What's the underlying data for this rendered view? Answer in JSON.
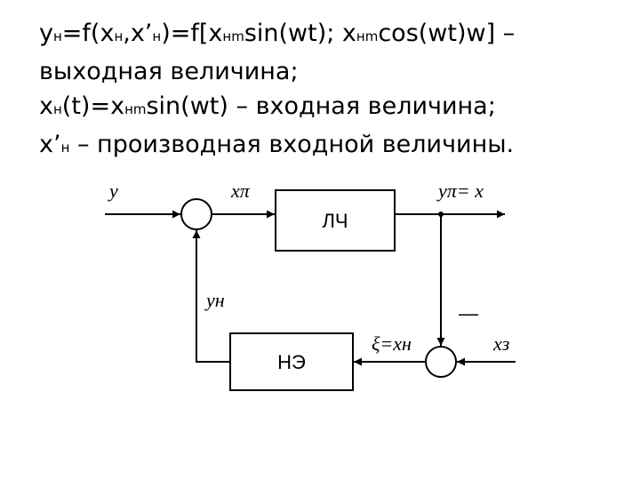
{
  "text": {
    "line1": {
      "p1": "y",
      "s1": "н",
      "p2": "=f(x",
      "s2": "н",
      "p3": ",x’",
      "s3": "н",
      "p4": ")=f[x",
      "s4": "нm",
      "p5": "sin(wt); x",
      "s5": "нm",
      "p6": "cos(wt)w] –"
    },
    "line2": "выходная величина;",
    "line3": {
      "p1": "x",
      "s1": "н",
      "p2": "(t)=x",
      "s2": "нm",
      "p3": "sin(wt) – входная величина;"
    },
    "line4": {
      "p1": "x’",
      "s1": "н",
      "p2": " – производная входной величины."
    }
  },
  "diagram": {
    "blocks": {
      "lch": "ЛЧ",
      "ne": "НЭ"
    },
    "labels": {
      "y": "y",
      "x_pi": "xπ",
      "y_pi_eq_x": "yπ= x",
      "y_n": "yн",
      "xi_eq_xn": "ξ=xн",
      "x_z": "xз",
      "minus": "—"
    }
  }
}
